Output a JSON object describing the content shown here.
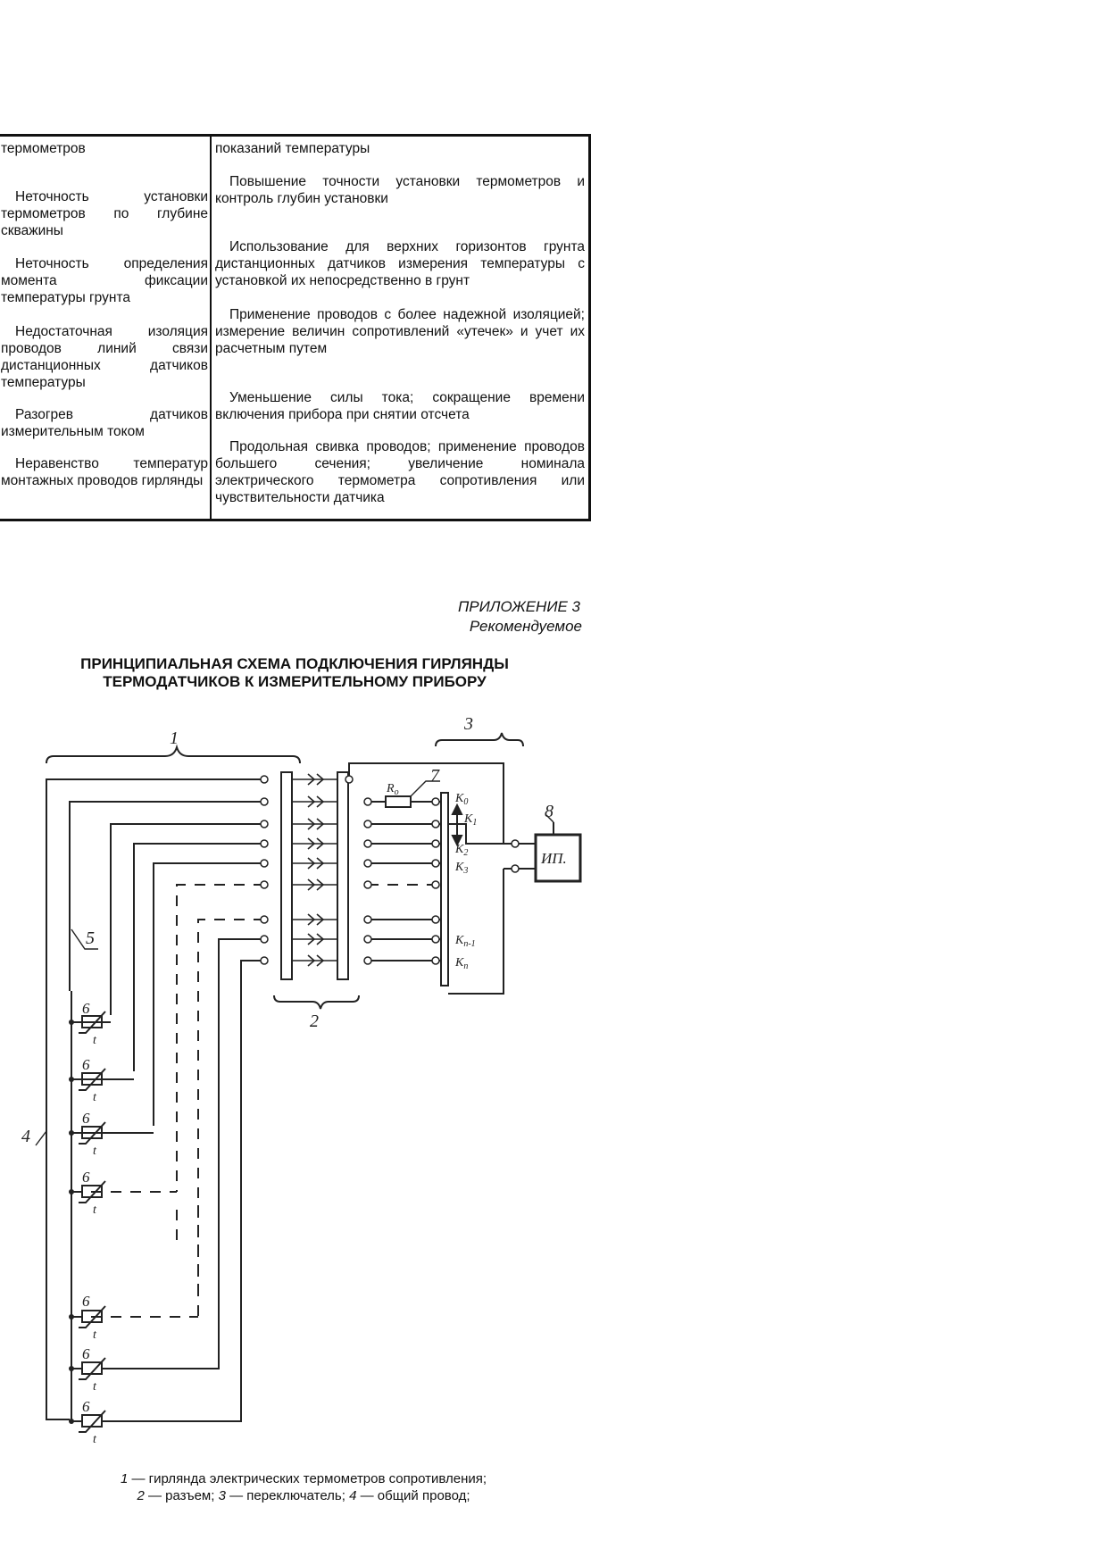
{
  "table": {
    "rows": [
      {
        "cause": "термометров",
        "remedy": "показаний температуры"
      },
      {
        "cause": "Неточность установки термометров по глубине скважины",
        "remedy": "Повышение точности установки термометров и контроль глубин установки"
      },
      {
        "cause": "Неточность определения момента фиксации температуры грунта",
        "remedy": "Использование для верхних горизонтов грунта дистанционных датчиков измерения температуры с установкой их непосредственно в грунт"
      },
      {
        "cause": "Недостаточная изоляция проводов линий связи дистанционных датчиков температуры",
        "remedy": "Применение проводов с более надежной изоляцией; измерение величин сопротивлений «утечек» и учет их расчетным путем"
      },
      {
        "cause": "Разогрев датчиков измерительным током",
        "remedy": "Уменьшение силы тока; сокращение времени включения прибора при снятии отсчета"
      },
      {
        "cause": "Неравенство температур монтажных проводов гирлянды",
        "remedy": "Продольная свивка проводов; применение проводов большего сечения; увеличение номинала электрического термометра сопротивления или чувствительности датчика"
      }
    ]
  },
  "appendix": {
    "number": "ПРИЛОЖЕНИЕ 3",
    "status": "Рекомендуемое"
  },
  "title": {
    "line1": "ПРИНЦИПИАЛЬНАЯ СХЕМА ПОДКЛЮЧЕНИЯ ГИРЛЯНДЫ",
    "line2": "ТЕРМОДАТЧИКОВ К ИЗМЕРИТЕЛЬНОМУ ПРИБОРУ"
  },
  "diagram": {
    "labels": {
      "n1": "1",
      "n2": "2",
      "n3": "3",
      "n4": "4",
      "n5": "5",
      "n6": "6",
      "n7": "7",
      "n8": "8",
      "r0": "R",
      "r0_sub": "o",
      "k0": "K",
      "k0_sub": "0",
      "k1": "K",
      "k1_sub": "1",
      "k2": "K",
      "k2_sub": "2",
      "k3": "K",
      "k3_sub": "3",
      "kn1": "K",
      "kn1_sub": "n-1",
      "kn": "K",
      "kn_sub": "n",
      "device": "ИП.",
      "t": "t"
    }
  },
  "caption": {
    "line1_num": "1",
    "line1_text": " — гирлянда  электрических термометров сопротивления;",
    "line2_num_a": "2",
    "line2_text_a": " — разъем;  ",
    "line2_num_b": "3",
    "line2_text_b": " — переключатель;  ",
    "line2_num_c": "4",
    "line2_text_c": " — общий провод;"
  }
}
